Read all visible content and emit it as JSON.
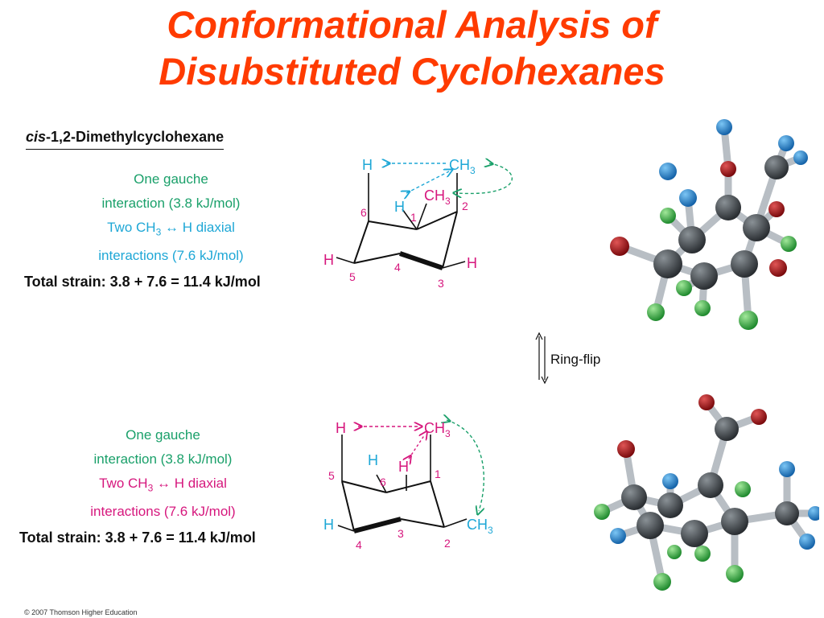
{
  "title_line1": "Conformational Analysis of",
  "title_line2": "Disubstituted Cyclohexanes",
  "compound": {
    "prefix": "cis",
    "rest": "-1,2-Dimethylcyclohexane"
  },
  "upper": {
    "gauche1": "One gauche",
    "gauche2": "interaction (3.8 kJ/mol)",
    "diaxial_pre": "Two CH",
    "diaxial_sub": "3",
    "diaxial_post": " ↔ H diaxial",
    "diaxial2": "interactions (7.6 kJ/mol)",
    "total": "Total strain: 3.8 + 7.6 = 11.4 kJ/mol",
    "atoms": {
      "h_top": "H",
      "ch3_top": "CH",
      "h_mid": "H",
      "ch3_mid": "CH",
      "h_left": "H",
      "h_right": "H",
      "sub3": "3"
    },
    "numbers": {
      "n6": "6",
      "n1": "1",
      "n2": "2",
      "n5": "5",
      "n4": "4",
      "n3": "3"
    }
  },
  "ring_flip": "Ring-flip",
  "lower": {
    "gauche1": "One gauche",
    "gauche2": "interaction (3.8 kJ/mol)",
    "diaxial_pre": "Two CH",
    "diaxial_sub": "3",
    "diaxial_post": " ↔ H diaxial",
    "diaxial2": "interactions (7.6 kJ/mol)",
    "total": "Total strain: 3.8 + 7.6 = 11.4 kJ/mol",
    "atoms": {
      "h_top": "H",
      "ch3_top": "CH",
      "h_6": "H",
      "h_1": "H",
      "h_left": "H",
      "ch3_right": "CH",
      "sub3": "3"
    },
    "numbers": {
      "n5": "5",
      "n6": "6",
      "n1": "1",
      "n4": "4",
      "n3": "3",
      "n2": "2"
    }
  },
  "footer": "© 2007 Thomson Higher Education",
  "colors": {
    "title": "#ff3b00",
    "green": "#1aa06a",
    "cyan": "#1ea7d6",
    "magenta": "#d6177d",
    "carbon": "#3a3f44",
    "oxygen_red": "#b0151a",
    "blue_atom": "#1e90d8",
    "green_atom": "#3cbf4a"
  }
}
